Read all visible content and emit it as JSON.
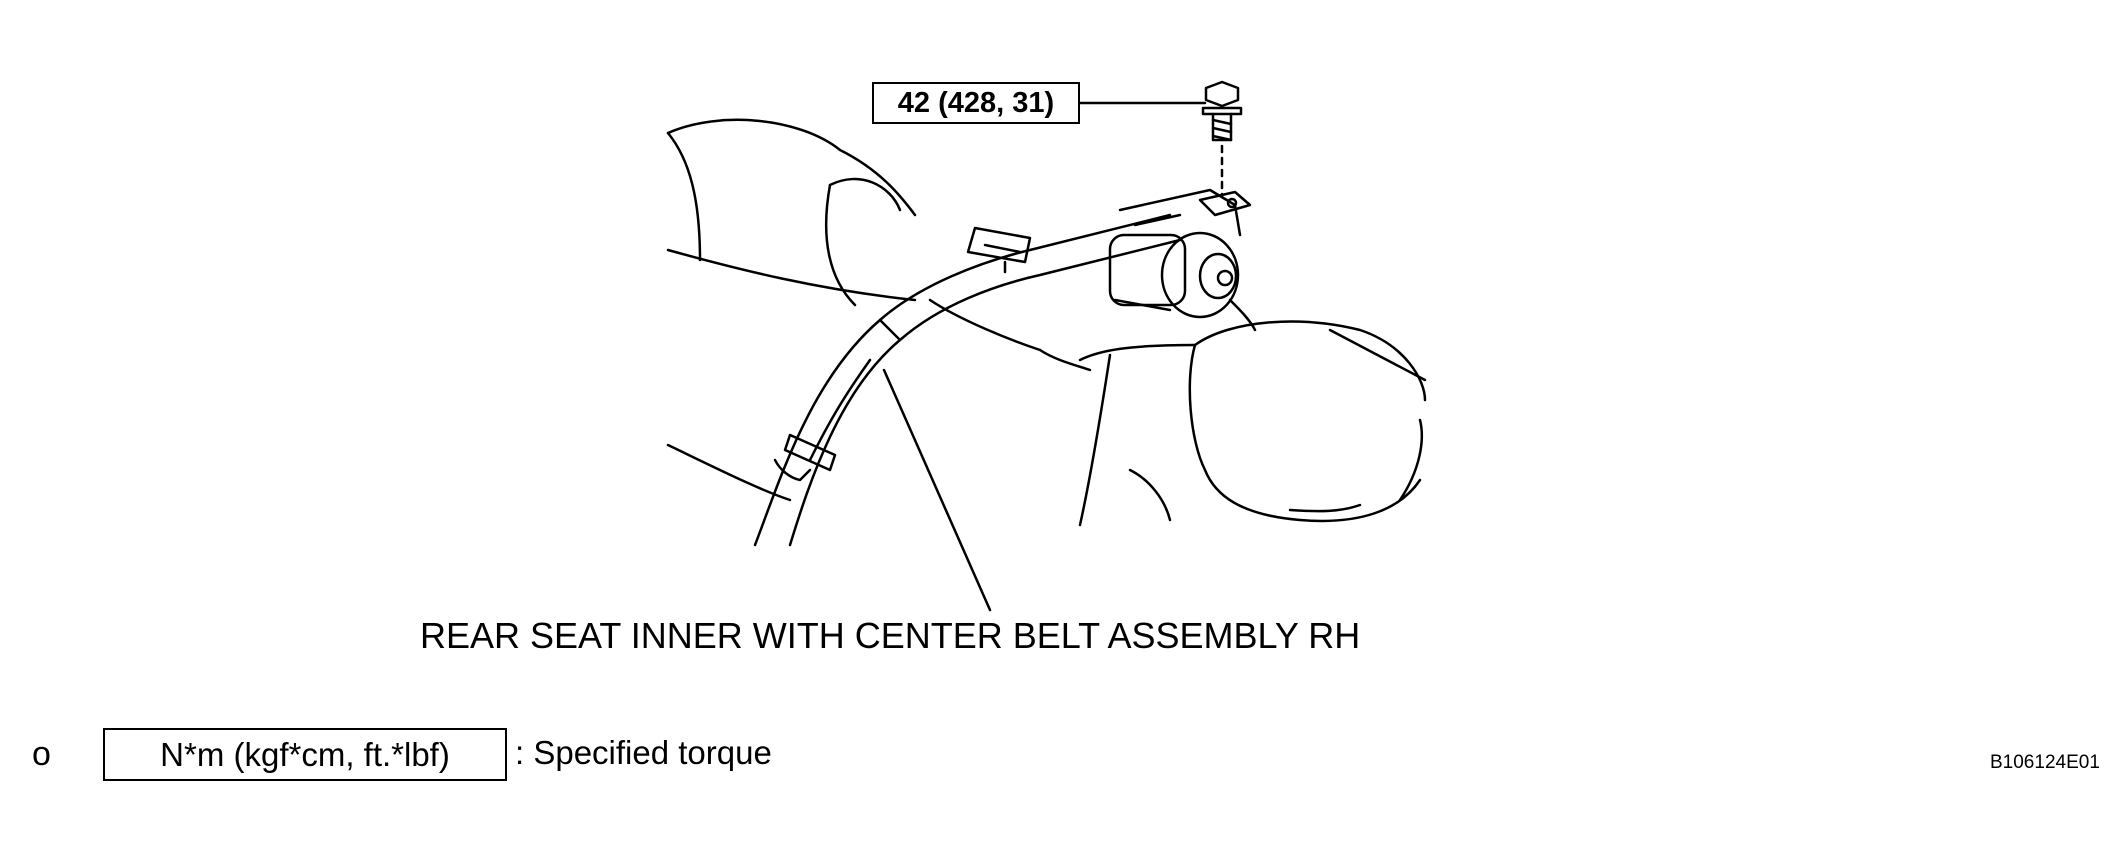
{
  "callout": {
    "torque": "42 (428, 31)"
  },
  "part_label": "REAR SEAT INNER WITH CENTER BELT ASSEMBLY RH",
  "legend": {
    "marker": "o",
    "unit_box": "N*m (kgf*cm, ft.*lbf)",
    "description": ": Specified torque"
  },
  "figure_id": "B106124E01"
}
